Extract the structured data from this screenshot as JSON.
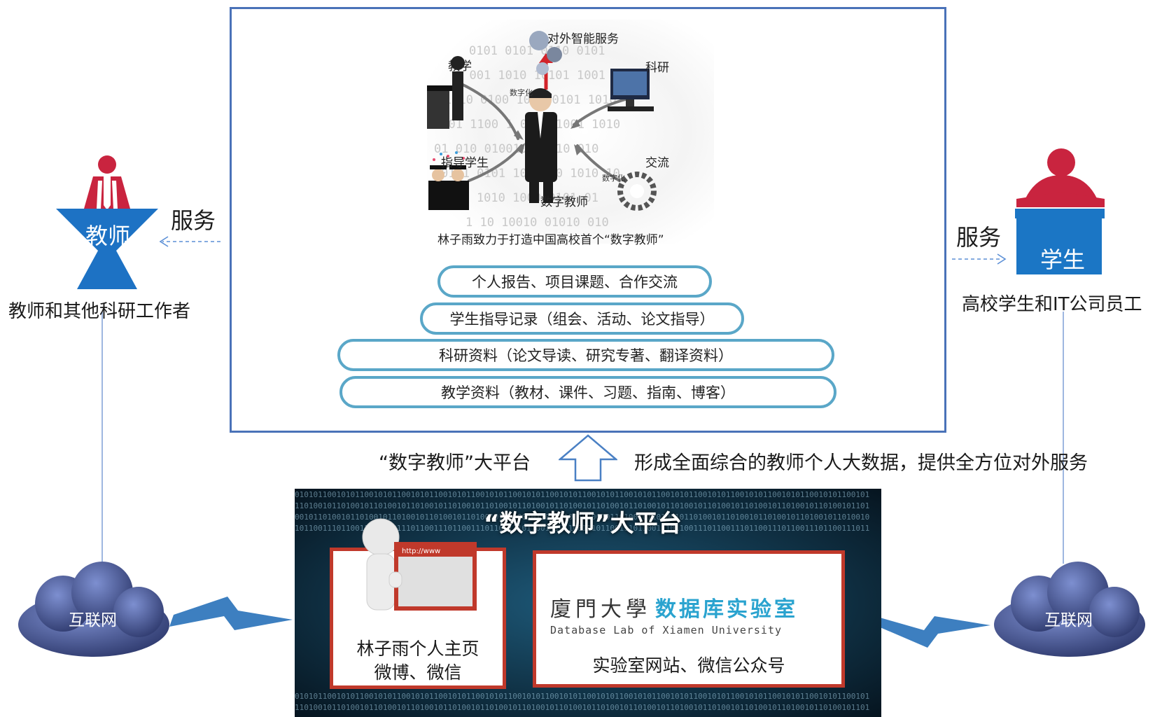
{
  "main_box": {
    "illustration_labels": {
      "top_service": "对外智能服务",
      "teaching": "教学",
      "research": "科研",
      "guide_students": "指导学生",
      "exchange": "交流",
      "digitize_1": "数字化",
      "digitize_2": "数字化",
      "digital_teacher": "数字教师"
    },
    "caption": "林子雨致力于打造中国高校首个“数字教师”",
    "layers": [
      "个人报告、项目课题、合作交流",
      "学生指导记录（组会、活动、论文指导）",
      "科研资料（论文导读、研究专著、翻译资料）",
      "教学资料（教材、课件、习题、指南、博客）"
    ]
  },
  "platform_arrow": {
    "left_text": "“数字教师”大平台",
    "right_text": "形成全面综合的教师个人大数据，提供全方位对外服务"
  },
  "teacher": {
    "label": "教师",
    "service": "服务",
    "description": "教师和其他科研工作者"
  },
  "student": {
    "label": "学生",
    "service": "服务",
    "description": "高校学生和IT公司员工"
  },
  "clouds": {
    "left": "互联网",
    "right": "互联网"
  },
  "platform": {
    "title": "“数字教师”大平台",
    "browser_text": "http://www",
    "left_card_line1": "林子雨个人主页",
    "left_card_line2": "微博、微信",
    "lab_logo_cn_1": "廈門大學",
    "lab_logo_cn_2": "数据库实验室",
    "lab_logo_en": "Database Lab of Xiamen University",
    "right_card_text": "实验室网站、微信公众号"
  },
  "colors": {
    "main_border": "#4a72b8",
    "pill_border": "#5aa7c8",
    "teacher_blue": "#1d72c4",
    "student_blue": "#1b76c5",
    "figure_red": "#c9243f",
    "card_red": "#c0392b",
    "cloud_dark": "#2f3a6e",
    "platform_dark": "#0d2233"
  }
}
